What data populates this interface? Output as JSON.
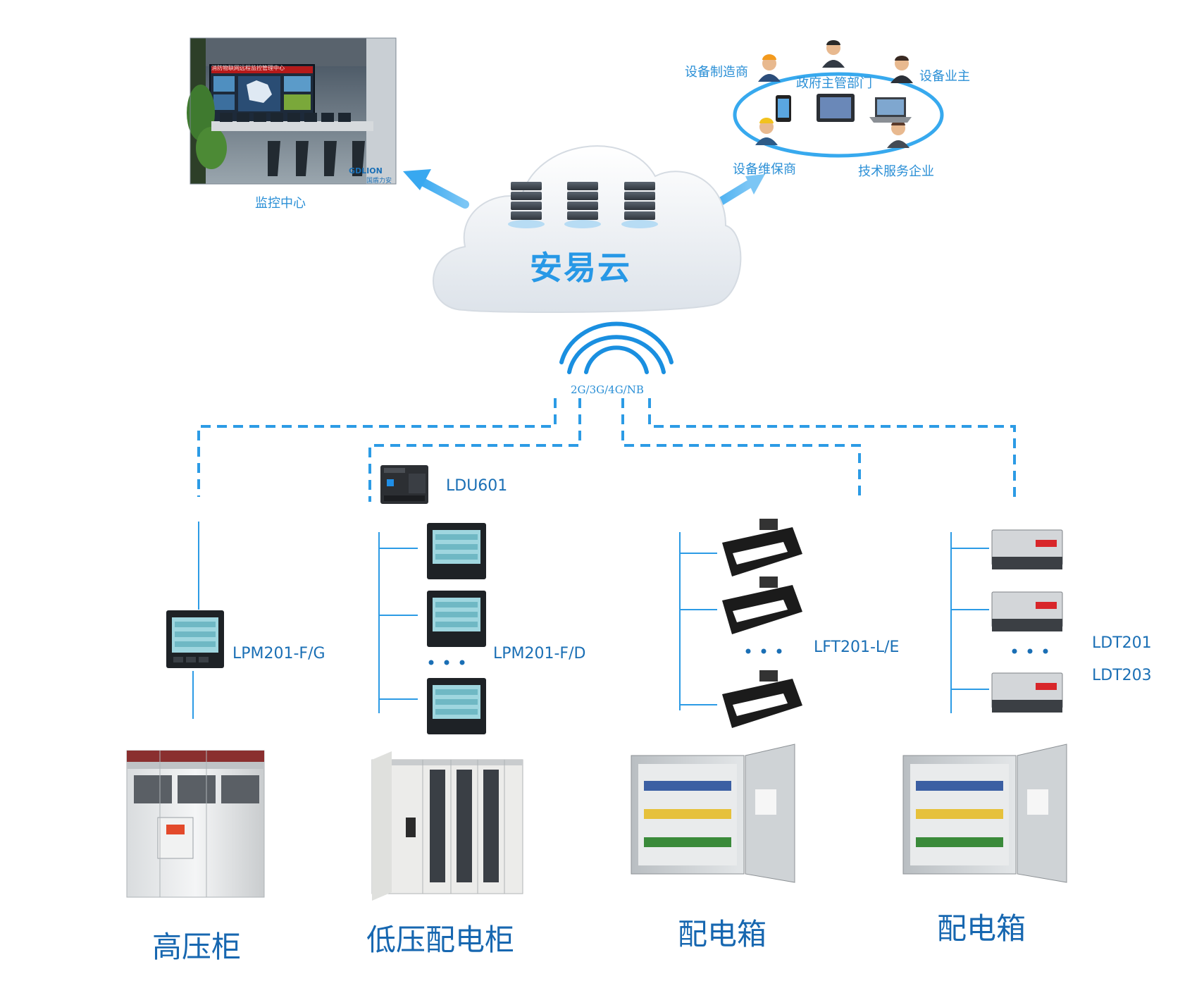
{
  "cloud": {
    "name": "安易云"
  },
  "monitor_center": {
    "label": "监控中心",
    "screen_title": "消防物联网远程监控管理中心",
    "brand": "GDLION",
    "brand_cn": "国盾力安"
  },
  "stakeholders": {
    "manufacturer": "设备制造商",
    "government": "政府主管部门",
    "owner": "设备业主",
    "maintainer": "设备维保商",
    "tech_service": "技术服务企业"
  },
  "wireless": {
    "label": "2G/3G/4G/NB"
  },
  "devices": {
    "ldu601": "LDU601",
    "lpm_g": "LPM201-F/G",
    "lpm_d": "LPM201-F/D",
    "lft": "LFT201-L/E",
    "ldt201": "LDT201",
    "ldt203": "LDT203"
  },
  "cabinets": {
    "high_voltage": "高压柜",
    "low_voltage": "低压配电柜",
    "dist_box_1": "配电箱",
    "dist_box_2": "配电箱"
  },
  "colors": {
    "accent": "#1a8fe0",
    "line": "#2c9be5",
    "cloud": "#eef2f6"
  }
}
